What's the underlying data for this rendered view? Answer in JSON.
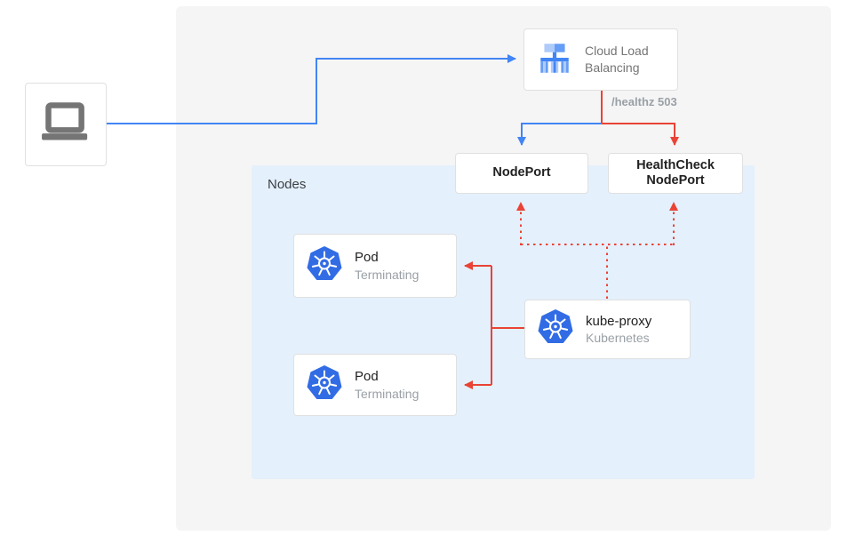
{
  "diagram": {
    "client": {
      "icon": "laptop-icon"
    },
    "cloud_load_balancing": {
      "label": "Cloud Load\nBalancing",
      "icon": "cloud-load-balancing-icon"
    },
    "health_check_annotation": "/healthz 503",
    "node_port": {
      "label": "NodePort"
    },
    "health_check_node_port": {
      "label": "HealthCheck\nNodePort"
    },
    "nodes_group": {
      "label": "Nodes"
    },
    "pods": [
      {
        "title": "Pod",
        "status": "Terminating",
        "icon": "kubernetes-wheel-icon"
      },
      {
        "title": "Pod",
        "status": "Terminating",
        "icon": "kubernetes-wheel-icon"
      }
    ],
    "kube_proxy": {
      "title": "kube-proxy",
      "subtitle": "Kubernetes",
      "icon": "kubernetes-wheel-icon"
    },
    "colors": {
      "blue_flow": "#4285f4",
      "red_flow": "#ea4335",
      "nodes_background": "#e4f0fc",
      "canvas_background": "#f5f5f5",
      "kubernetes_blue": "#326ce5",
      "icon_gray": "#757575"
    }
  }
}
